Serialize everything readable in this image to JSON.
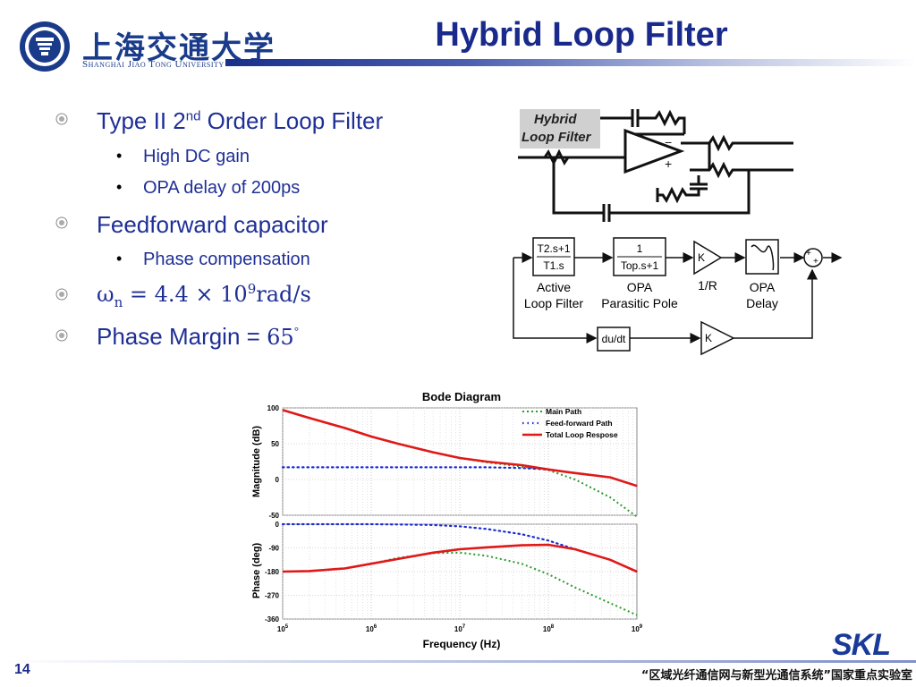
{
  "header": {
    "logo_cn": "上海交通大学",
    "logo_en": "Shanghai Jiao Tong University",
    "title": "Hybrid Loop Filter"
  },
  "bullets": {
    "b1_pre": "Type II 2",
    "b1_sup": "nd",
    "b1_post": " Order Loop Filter",
    "b1_sub1": "High DC gain",
    "b1_sub2": "OPA delay of 200ps",
    "b2": "Feedforward capacitor",
    "b2_sub1": "Phase compensation",
    "b3_pre": "ω",
    "b3_sub": "n",
    "b3_mid": " = 4.4 × 10",
    "b3_sup": "9",
    "b3_post": "rad/s",
    "b4_pre": "Phase Margin = ",
    "b4_val": "65",
    "b4_deg": "°"
  },
  "circuit": {
    "label_line1": "Hybrid",
    "label_line2": "Loop Filter",
    "minus": "−",
    "plus": "+"
  },
  "block_diagram": {
    "b1_num": "T2.s+1",
    "b1_den": "T1.s",
    "b1_label1": "Active",
    "b1_label2": "Loop Filter",
    "b2_num": "1",
    "b2_den": "Top.s+1",
    "b2_label1": "OPA",
    "b2_label2": "Parasitic Pole",
    "b3_text": "K",
    "b3_label": "1/R",
    "b4_label1": "OPA",
    "b4_label2": "Delay",
    "b5_text": "du/dt",
    "b6_text": "K",
    "sum_plus": "+"
  },
  "chart_data": {
    "type": "line",
    "title": "Bode Diagram",
    "xlabel": "Frequency  (Hz)",
    "x_scale": "log",
    "x_ticks": [
      "10^5",
      "10^6",
      "10^7",
      "10^8",
      "10^9"
    ],
    "xlim": [
      100000,
      1000000000
    ],
    "grid": true,
    "legend_position": "top-right",
    "panels": [
      {
        "ylabel": "Magnitude (dB)",
        "ylim": [
          -50,
          100
        ],
        "y_ticks": [
          "100",
          "50",
          "0",
          "-50"
        ],
        "series": [
          {
            "name": "Main Path",
            "color": "#2a9a2a",
            "x": [
              100000,
              200000,
              500000,
              1000000,
              2000000,
              5000000,
              10000000,
              20000000,
              50000000,
              100000000,
              200000000,
              500000000,
              1000000000
            ],
            "y": [
              97,
              86,
              72,
              60,
              50,
              38,
              30,
              24,
              18,
              13,
              0,
              -25,
              -52
            ]
          },
          {
            "name": "Feed-forward Path",
            "color": "#1c2bd6",
            "x": [
              100000,
              200000,
              500000,
              1000000,
              2000000,
              5000000,
              10000000,
              20000000,
              50000000,
              100000000,
              200000000,
              500000000,
              1000000000
            ],
            "y": [
              17,
              17,
              17,
              17,
              17,
              17,
              17,
              17,
              16,
              14,
              9,
              3,
              -9
            ]
          },
          {
            "name": "Total Loop Respose",
            "color": "#e01818",
            "x": [
              100000,
              200000,
              500000,
              1000000,
              2000000,
              5000000,
              10000000,
              20000000,
              50000000,
              100000000,
              200000000,
              500000000,
              1000000000
            ],
            "y": [
              97,
              86,
              72,
              60,
              50,
              38,
              30,
              25,
              20,
              14,
              9,
              3,
              -9
            ]
          }
        ]
      },
      {
        "ylabel": "Phase (deg)",
        "ylim": [
          -360,
          0
        ],
        "y_ticks": [
          "0",
          "-90",
          "-180",
          "-270",
          "-360"
        ],
        "series": [
          {
            "name": "Main Path",
            "color": "#2a9a2a",
            "x": [
              100000,
              200000,
              500000,
              1000000,
              2000000,
              5000000,
              10000000,
              20000000,
              50000000,
              100000000,
              200000000,
              500000000,
              1000000000
            ],
            "y": [
              -180,
              -178,
              -168,
              -150,
              -128,
              -110,
              -108,
              -120,
              -150,
              -190,
              -240,
              -300,
              -345
            ]
          },
          {
            "name": "Feed-forward Path",
            "color": "#1c2bd6",
            "x": [
              100000,
              200000,
              500000,
              1000000,
              2000000,
              5000000,
              10000000,
              20000000,
              50000000,
              100000000,
              200000000,
              500000000,
              1000000000
            ],
            "y": [
              0,
              0,
              0,
              0,
              -1,
              -3,
              -8,
              -18,
              -38,
              -62,
              -95,
              -135,
              -180
            ]
          },
          {
            "name": "Total Loop Respose",
            "color": "#e01818",
            "x": [
              100000,
              200000,
              500000,
              1000000,
              2000000,
              5000000,
              10000000,
              20000000,
              50000000,
              100000000,
              200000000,
              500000000,
              1000000000
            ],
            "y": [
              -180,
              -178,
              -168,
              -150,
              -132,
              -108,
              -95,
              -88,
              -80,
              -78,
              -95,
              -135,
              -180
            ]
          }
        ]
      }
    ]
  },
  "footer": {
    "page_number": "14",
    "lab_name": "“区域光纤通信网与新型光通信系统”国家重点实验室",
    "skl_logo": "SKL"
  }
}
